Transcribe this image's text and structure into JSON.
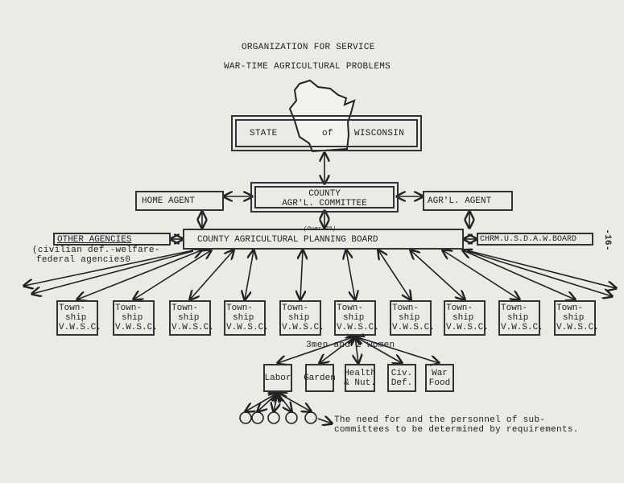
{
  "title": "ORGANIZATION FOR SERVICE",
  "subtitle": "WAR-TIME AGRICULTURAL PROBLEMS",
  "page_number": "-16-",
  "state": {
    "w1": "STATE",
    "w2": "of",
    "w3": "WISCONSIN"
  },
  "committee": {
    "l1": "COUNTY",
    "l2": "AGR'L. COMMITTEE"
  },
  "home_agent": "HOME AGENT",
  "agr_agent": "AGR'L. AGENT",
  "board": {
    "label": "COUNTY AGRICULTURAL PLANNING BOARD",
    "note": "(Over 25)"
  },
  "other_agencies": {
    "label": "OTHER AGENCIES",
    "d1": "(civilian def.-welfare-",
    "d2": "federal agencies0"
  },
  "chrm": "CHRM.U.S.D.A.W.BOARD",
  "township": {
    "l1": "Town-",
    "l2": "ship",
    "l3": "V.W.S.C."
  },
  "membership": "3men and 2 women",
  "subcommittees": [
    "Labor",
    "Garden",
    "Health & Nut.",
    "Civ. Def.",
    "War Food"
  ],
  "note": {
    "l1": "The need for and the personnel of sub-",
    "l2": "committees to be determined by requirements."
  }
}
